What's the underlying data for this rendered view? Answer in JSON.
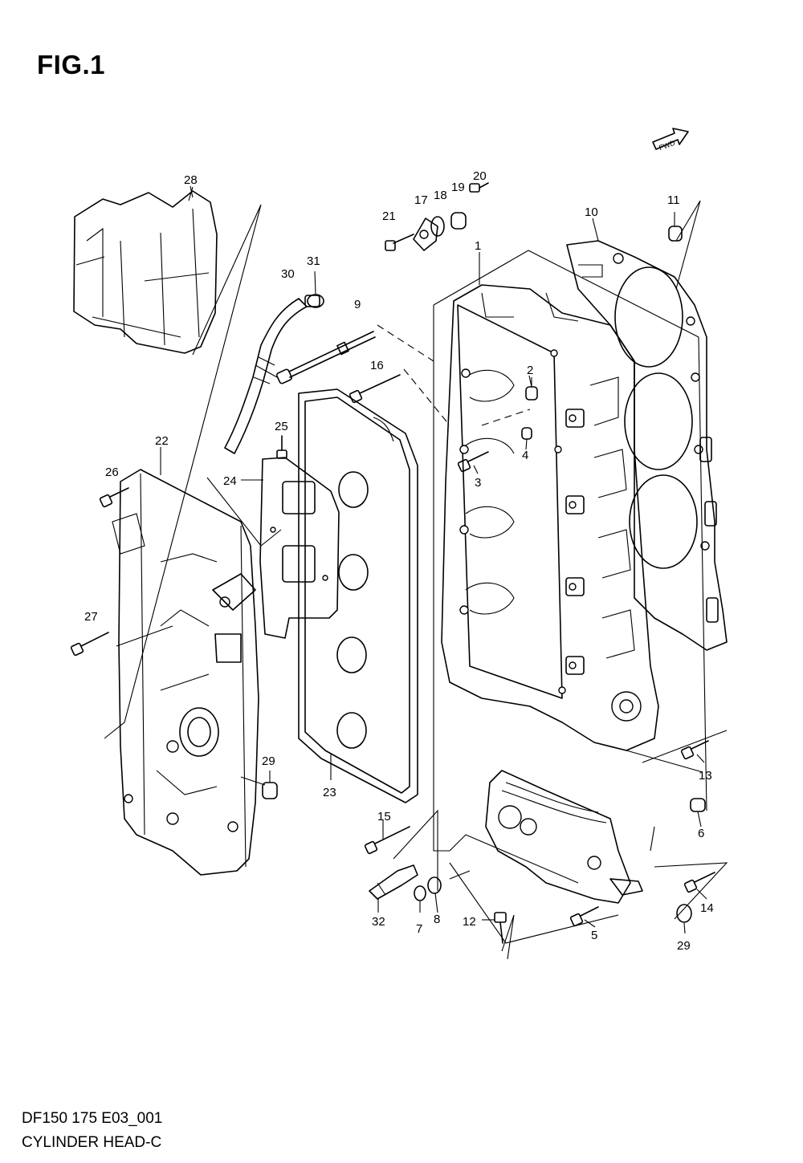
{
  "figure": {
    "title": "FIG.1",
    "fwd_label": "FWD"
  },
  "footer": {
    "code": "DF150 175 E03_001",
    "name": "CYLINDER HEAD-C"
  },
  "callouts": [
    "1",
    "2",
    "3",
    "4",
    "5",
    "6",
    "7",
    "8",
    "9",
    "10",
    "11",
    "12",
    "13",
    "14",
    "15",
    "16",
    "17",
    "18",
    "19",
    "20",
    "21",
    "22",
    "23",
    "24",
    "25",
    "26",
    "27",
    "28",
    "29",
    "29",
    "30",
    "31",
    "32"
  ]
}
